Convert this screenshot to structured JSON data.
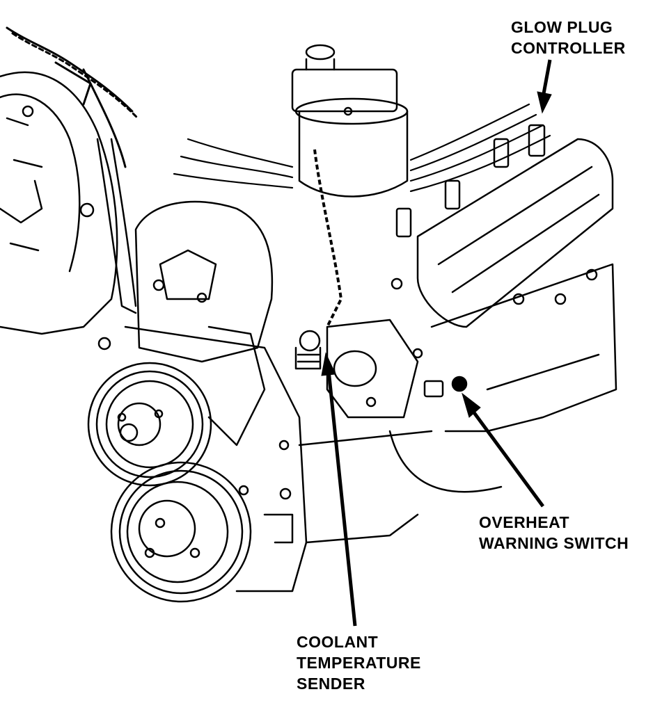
{
  "labels": {
    "glow_plug_controller": [
      "GLOW PLUG",
      "CONTROLLER"
    ],
    "overheat_warning_switch": [
      "OVERHEAT",
      "WARNING SWITCH"
    ],
    "coolant_temperature_sender": [
      "COOLANT",
      "TEMPERATURE",
      "SENDER"
    ]
  },
  "colors": {
    "ink": "#000000",
    "paper": "#ffffff"
  }
}
